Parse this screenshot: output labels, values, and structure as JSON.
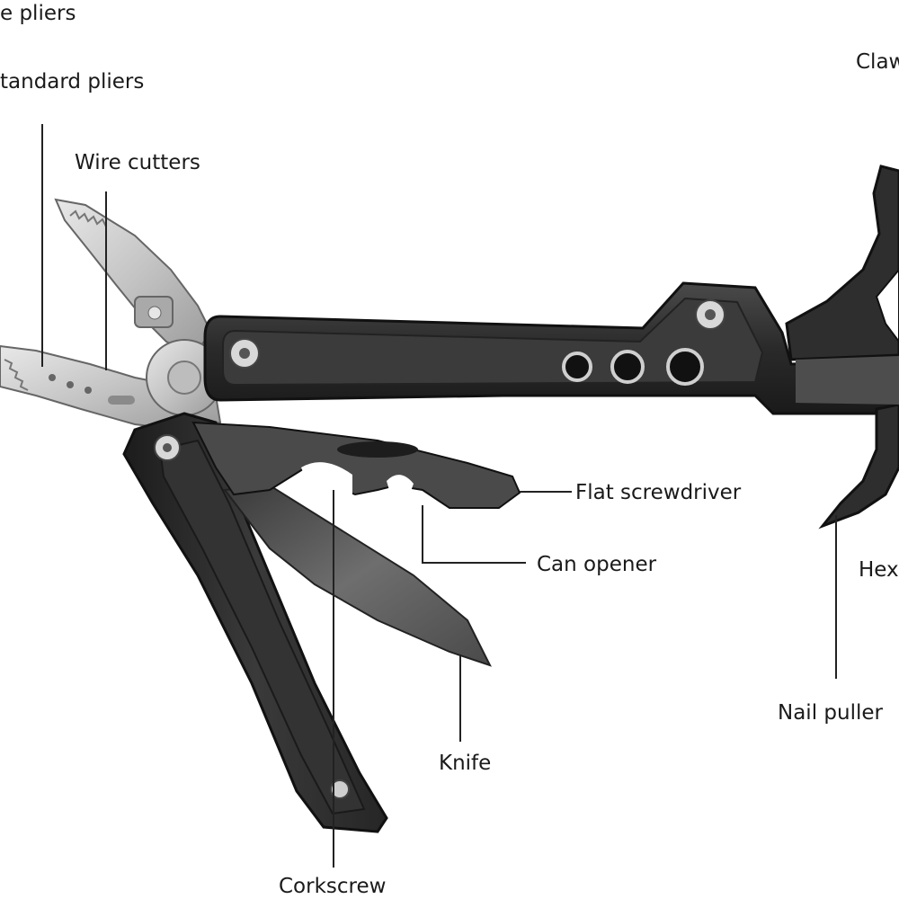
{
  "diagram": {
    "labels": {
      "needle_nose_pliers": "e pliers",
      "standard_pliers": "tandard pliers",
      "wire_cutters": "Wire cutters",
      "claw": "Claw",
      "flat_screwdriver": "Flat screwdriver",
      "can_opener": "Can opener",
      "hex": "Hex",
      "nail_puller": "Nail puller",
      "knife": "Knife",
      "corkscrew": "Corkscrew"
    },
    "colors": {
      "handle": "#2b2b2b",
      "handle_edge": "#111111",
      "steel": "#cfcfcf",
      "steel_dark": "#8f8f8f",
      "blade": "#5a5a5a",
      "text": "#1a1a1a"
    }
  }
}
